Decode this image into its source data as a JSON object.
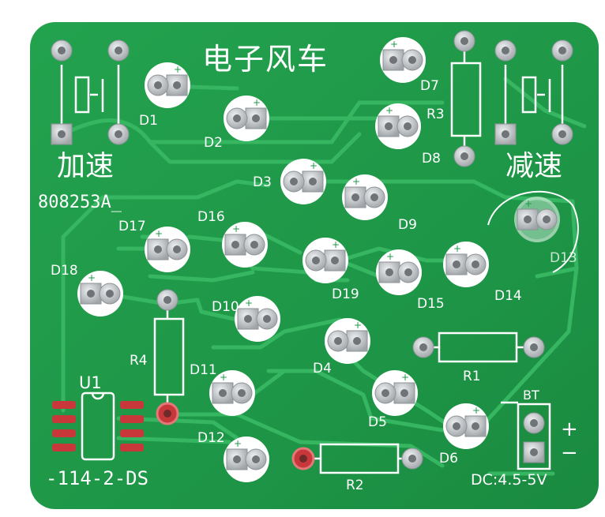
{
  "board": {
    "title": "电子风车",
    "board_code": "808253A_",
    "model_code": "-114-2-DS",
    "power_label": "DC:4.5-5V",
    "button_left_label": "加速",
    "button_right_label": "减速",
    "button_symbol": "E-I"
  },
  "designators": {
    "D1": "D1",
    "D2": "D2",
    "D3": "D3",
    "D4": "D4",
    "D5": "D5",
    "D6": "D6",
    "D7": "D7",
    "D8": "D8",
    "D9": "D9",
    "D10": "D10",
    "D11": "D11",
    "D12": "D12",
    "D13": "D13",
    "D14": "D14",
    "D15": "D15",
    "D16": "D16",
    "D17": "D17",
    "D18": "D18",
    "D19": "D19",
    "R1": "R1",
    "R2": "R2",
    "R3": "R3",
    "R4": "R4",
    "U1": "U1",
    "BT": "BT",
    "plus": "+",
    "minus": "−",
    "led_plus": "+"
  },
  "colors": {
    "pcb": "#1f9a48",
    "trace": "#2fb45a",
    "silk": "#ffffff",
    "pad": "#c9cccf",
    "pad_red": "#c8383a",
    "pad_red_hi": "#e4777a"
  }
}
